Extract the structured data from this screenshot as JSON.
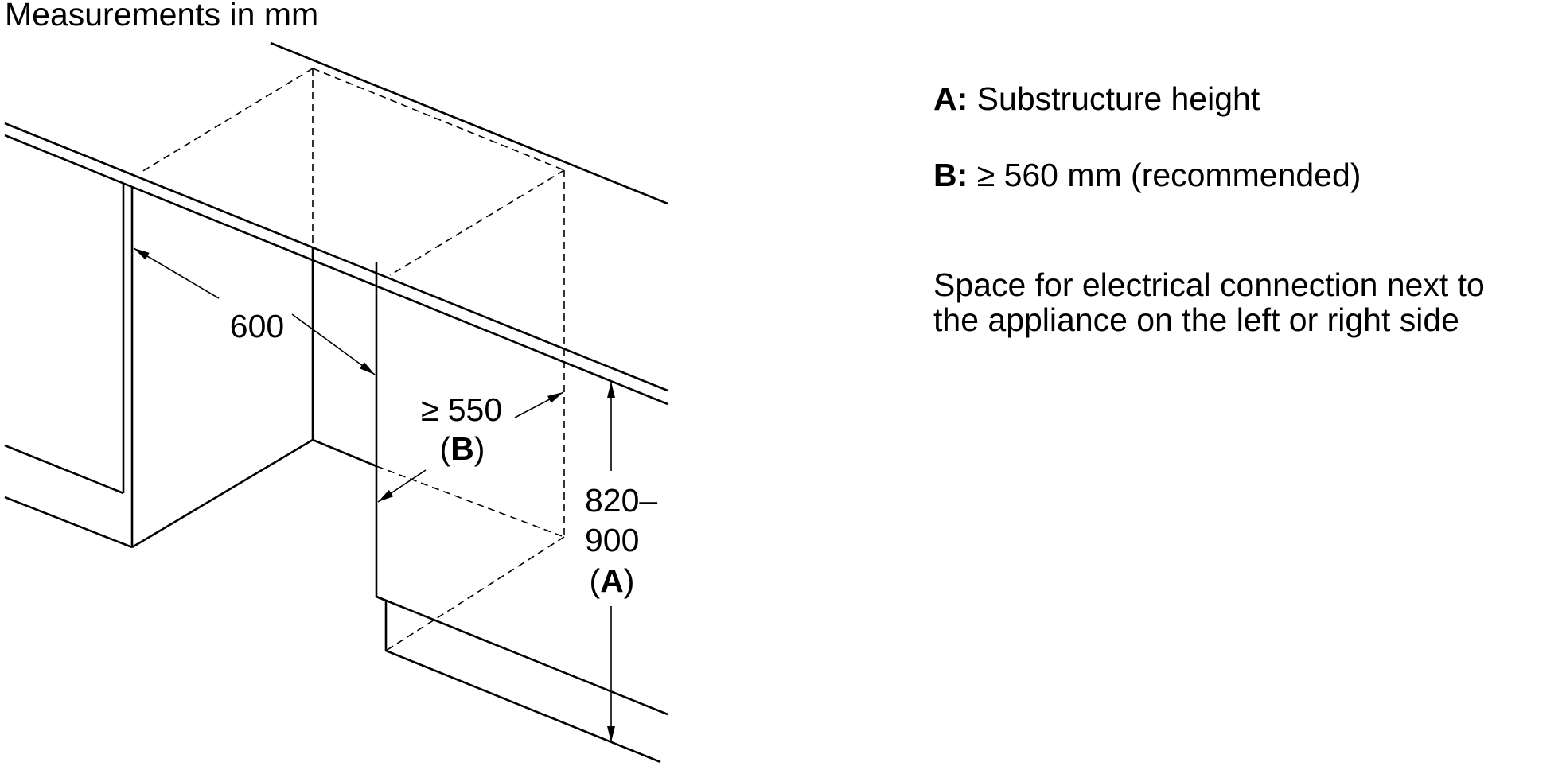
{
  "header": {
    "units_label": "Measurements in mm"
  },
  "dimensions": {
    "width": "600",
    "depth_value": "≥ 550",
    "depth_ref_open": "(",
    "depth_ref": "B",
    "depth_ref_close": ")",
    "height_line1": "820–",
    "height_line2": "900",
    "height_ref_open": "(",
    "height_ref": "A",
    "height_ref_close": ")"
  },
  "legend": {
    "a_key": "A:",
    "a_text": "Substructure height",
    "b_key": "B:",
    "b_text": "≥ 560 mm (recommended)",
    "note_line1": "Space for electrical connection next to",
    "note_line2": "the appliance on the left or right side"
  }
}
